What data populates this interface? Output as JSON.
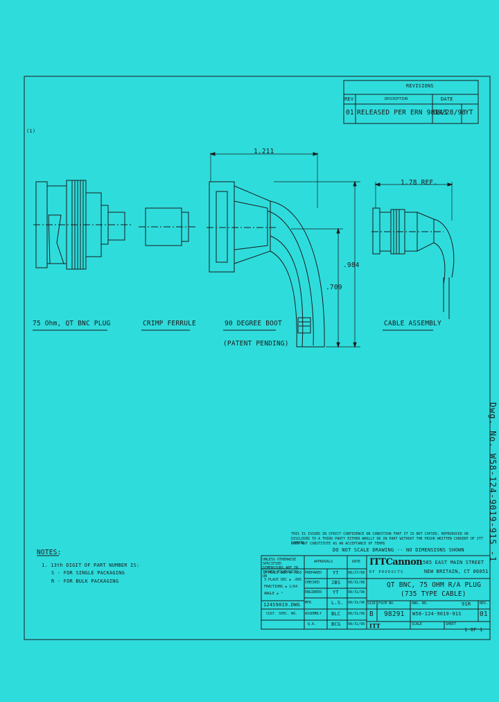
{
  "revisions": {
    "header": "REVISIONS",
    "col_rev": "REV",
    "col_description": "DESCRIPTION",
    "col_date": "DATE",
    "rows": [
      {
        "rev": "01",
        "description": "RELEASED PER ERN 98143",
        "date": "08/28/98",
        "by": "YT"
      }
    ]
  },
  "zone_mark": "(1)",
  "dimensions": {
    "boot_width": "1.211",
    "cable_ref": "1.78 REF.",
    "boot_height": ".984",
    "boot_inner": ".709"
  },
  "labels": {
    "plug": "75 Ohm, QT BNC PLUG",
    "ferrule": "CRIMP FERRULE",
    "boot": "90 DEGREE BOOT",
    "patent": "(PATENT PENDING)",
    "assembly": "CABLE ASSEMBLY"
  },
  "side_dwg_no": "Dwg. No. W58-124-9019-91S  -1",
  "confidential": {
    "line1": "THIS IS ISSUED IN STRICT CONFIDENCE ON CONDITION THAT IT IS NOT COPIED, REPRODUCED OR DISCLOSED TO A THIRD PARTY EITHER WHOLLY OR IN PART WITHOUT THE PRIOR WRITTEN CONSENT OF ITT CANNON.",
    "line2": "DOES NOT CONSTITUTE AS AN ACCEPTANCE OF TERMS"
  },
  "do_not_scale": "DO NOT SCALE DRAWING -- NO DIMENSIONS SHOWN",
  "notes": {
    "title": "NOTES:",
    "item1": "1. 13th DIGIT OF PART NUMBER IS:",
    "item1a": "S - FOR SINGLE PACKAGING",
    "item1b": "R - FOR BULK PACKAGING"
  },
  "tolerances": {
    "header": "UNLESS OTHERWISE SPECIFIED DIMENSIONS ARE IN INCHES TOLERANCES ON",
    "dec2": "2 PLACE DEC ± .010",
    "dec3": "3 PLACE DEC ± .005",
    "fractions": "FRACTIONS ± 1/64",
    "angle": "ANGLE ± °",
    "file": "124S9019.DWG",
    "cust_spec": "CUST. SPEC. NO."
  },
  "approvals": {
    "col_approvals": "APPROVALS",
    "col_date": "DATE",
    "rows": [
      {
        "role": "PREPARED",
        "name": "YT",
        "date": "08/27/98"
      },
      {
        "role": "CHECKED",
        "name": "JBS",
        "date": "08/31/98"
      },
      {
        "role": "ENGINEER",
        "name": "YT",
        "date": "08/31/98"
      },
      {
        "role": "MFR",
        "name": "L.S.",
        "date": "08/31/98"
      },
      {
        "role": "ASSEMBLY",
        "name": "BLC",
        "date": "08/31/98"
      },
      {
        "role": "Q.A.",
        "name": "BCG",
        "date": "08/31/98"
      }
    ]
  },
  "company": {
    "logo": "ITTCannon",
    "sub": "RF PRODUCTS",
    "address1": "585 EAST MAIN STREET",
    "address2": "NEW BRITAIN, CT 06051"
  },
  "title_block": {
    "title1": "QT BNC, 75 OHM R/A PLUG",
    "title2": "(735 TYPE CABLE)",
    "size_label": "SIZE",
    "size": "B",
    "fscm_label": "FSCM NO.",
    "fscm": "98291",
    "dwg_label": "DWG. NO.",
    "dwg_no": "W58-124-9019-91S",
    "dwg_suffix": "91R",
    "rev_label": "REV.",
    "rev": "01",
    "scale_label": "SCALE",
    "sheet_label": "SHEET",
    "sheet": "1 OF 1",
    "footer_logo": "ITT"
  }
}
